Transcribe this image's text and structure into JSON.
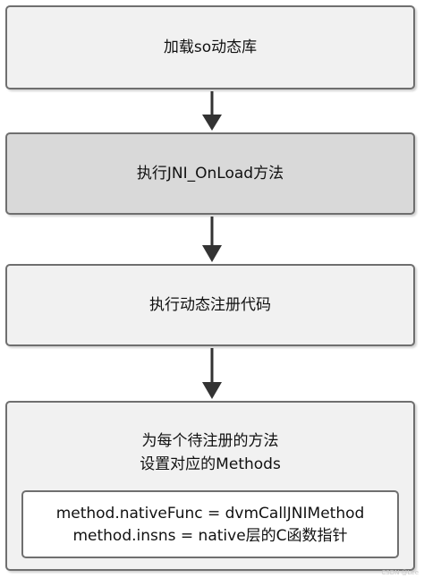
{
  "flow": {
    "step1": "加载so动态库",
    "step2": "执行JNI_OnLoad方法",
    "step3": "执行动态注册代码",
    "step4": {
      "line1": "为每个待注册的方法",
      "line2": "设置对应的Methods",
      "code_line1": "method.nativeFunc = dvmCallJNIMethod",
      "code_line2": "method.insns = native层的C函数指针"
    }
  },
  "watermark": "CSDN @Lee",
  "colors": {
    "box_light": "#f1f1f1",
    "box_dark": "#d9d9d9",
    "border": "#6f6f6f",
    "arrow": "#333333"
  }
}
